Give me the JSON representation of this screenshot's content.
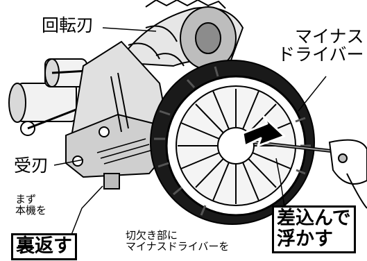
{
  "labels": {
    "rotary_blade": "回転刃",
    "screwdriver_line1": "マイナス",
    "screwdriver_line2": "ドライバー",
    "bed_knife": "受刃",
    "first_line1": "まず",
    "first_line2": "本機を",
    "flip_over": "裏返す",
    "notch_line1": "切欠き部に",
    "notch_line2": "マイナスドライバーを",
    "insert_lift_line1": "差込んで",
    "insert_lift_line2": "浮かす"
  },
  "colors": {
    "ink": "#000000",
    "background": "#ffffff",
    "metal": "#d9d9d9",
    "tire": "#1a1a1a"
  },
  "icons": [
    "direction-arrow-icon"
  ]
}
